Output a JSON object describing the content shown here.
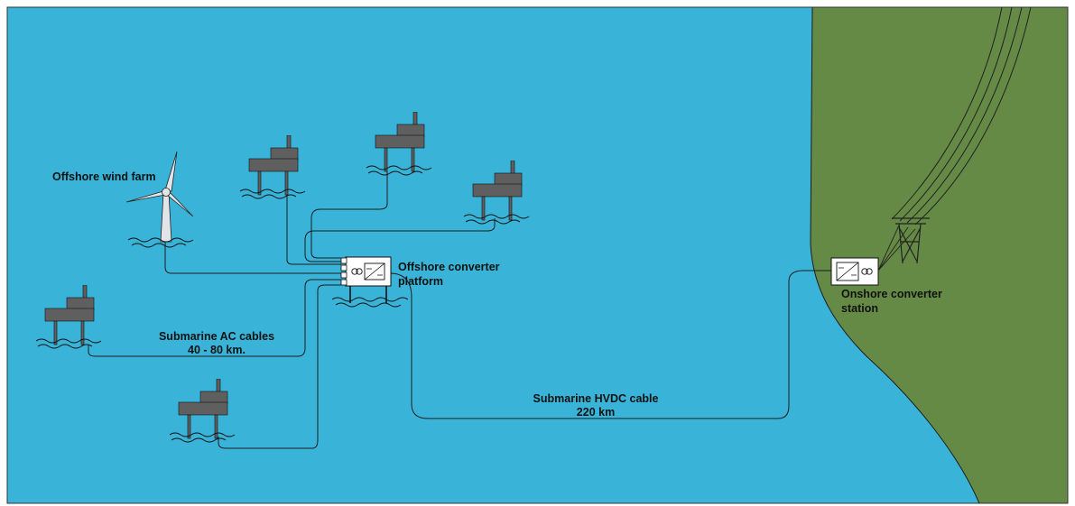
{
  "labels": {
    "wind_farm": "Offshore wind farm",
    "offshore_converter_line1": "Offshore converter",
    "offshore_converter_line2": "platform",
    "onshore_converter_line1": "Onshore converter",
    "onshore_converter_line2": "station",
    "ac_cables_line1": "Submarine AC cables",
    "ac_cables_line2": "40 - 80 km.",
    "hvdc_cable_line1": "Submarine HVDC cable",
    "hvdc_cable_line2": "220 km"
  },
  "colors": {
    "sea": "#39b4d8",
    "land": "#658a45",
    "platform": "#5f5f5f",
    "turbine": "#e2e4e8",
    "line": "#1c1c1c"
  }
}
